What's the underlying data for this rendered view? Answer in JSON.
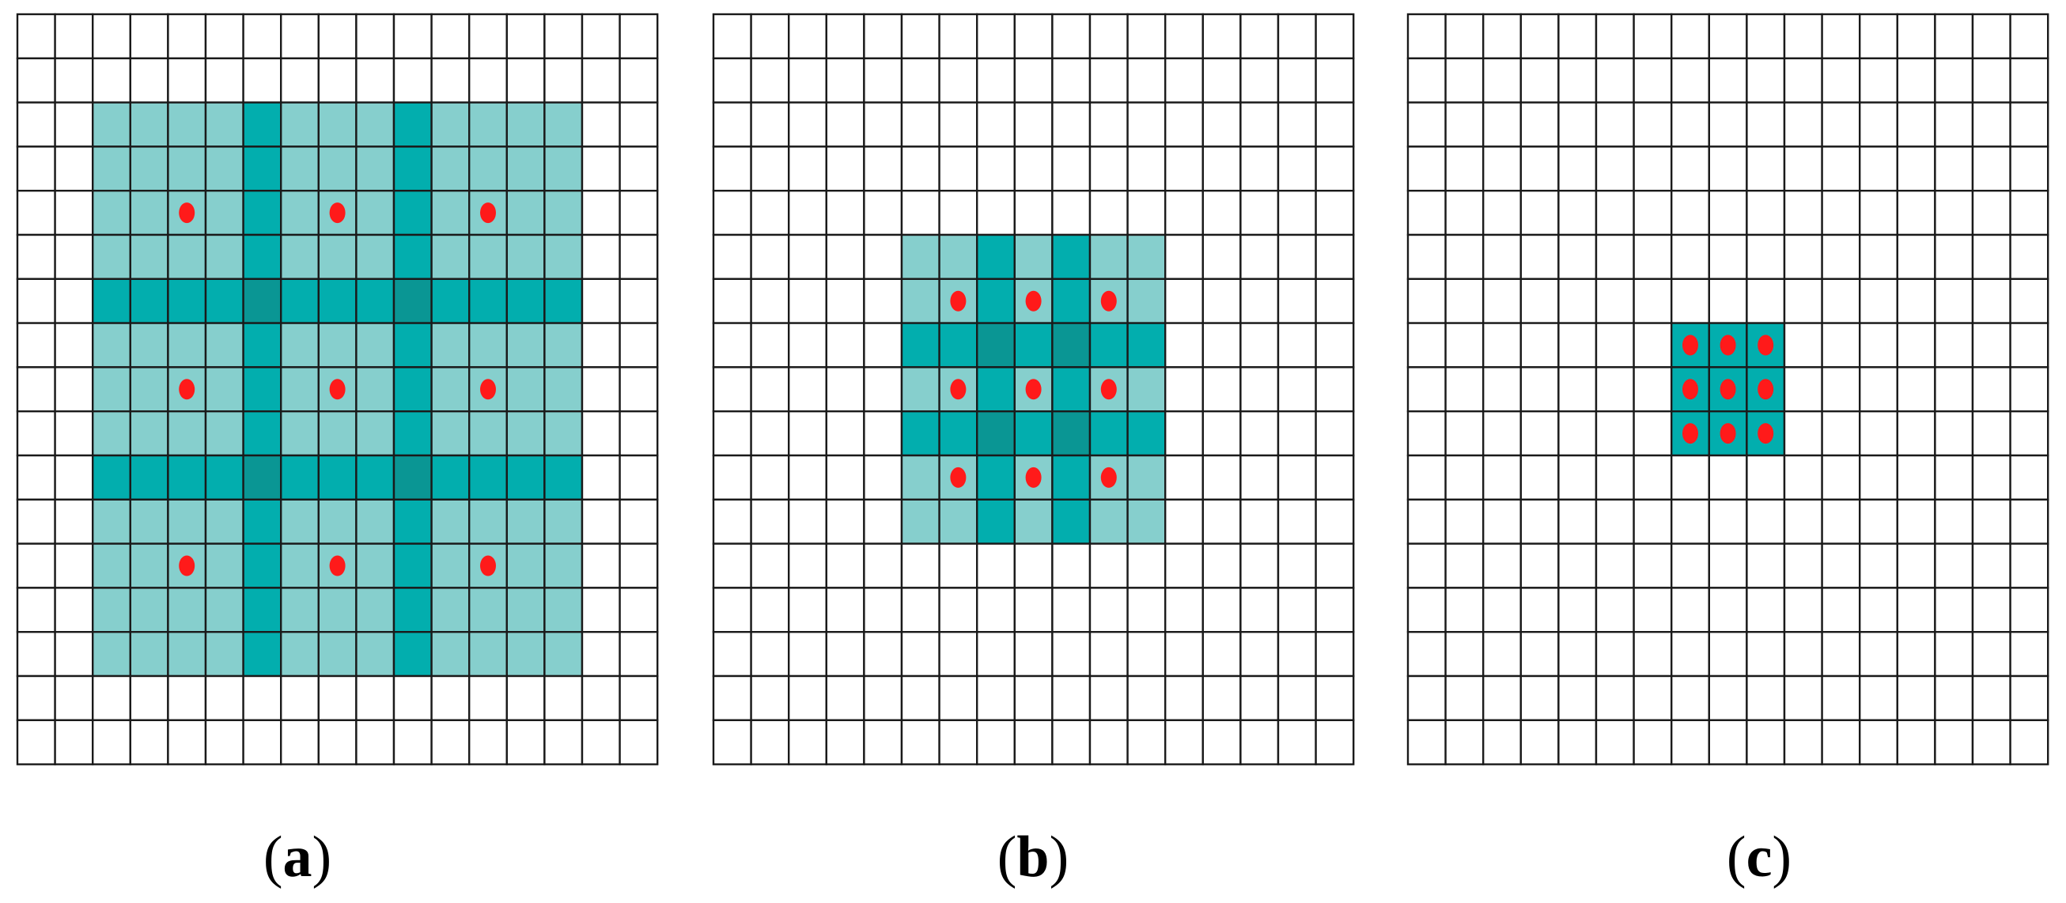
{
  "colors": {
    "background": "#ffffff",
    "grid_line": "#1a1a1a",
    "light_teal": "#86cfcd",
    "teal": "#02aeae",
    "dark_teal": "#0a9694",
    "dot": "#ff1a1a"
  },
  "grid": {
    "columns": 17,
    "rows": 17
  },
  "panels": [
    {
      "id": "a",
      "caption_open": "(",
      "caption_letter": "a",
      "caption_close": ")",
      "dilation": 4,
      "kernel": 3,
      "center": [
        8,
        8
      ]
    },
    {
      "id": "b",
      "caption_open": "(",
      "caption_letter": "b",
      "caption_close": ")",
      "dilation": 2,
      "kernel": 3,
      "center": [
        8,
        8
      ]
    },
    {
      "id": "c",
      "caption_open": "(",
      "caption_letter": "c",
      "caption_close": ")",
      "dilation": 1,
      "kernel": 3,
      "center": [
        8,
        8
      ]
    }
  ]
}
